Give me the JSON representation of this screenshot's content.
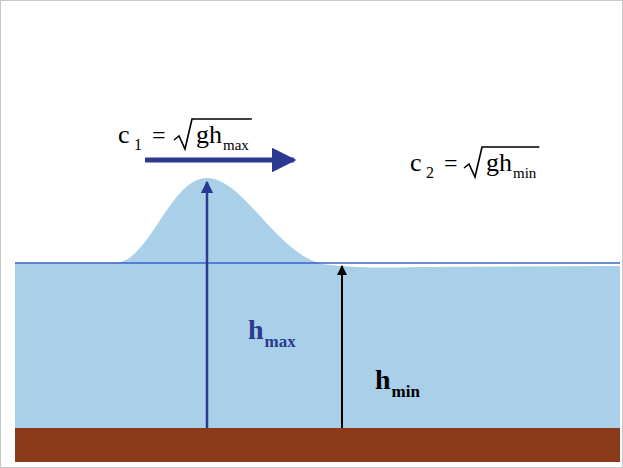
{
  "diagram": {
    "labels": [
      "c",
      "1",
      "=",
      "gh",
      "max",
      "c",
      "2",
      "=",
      "gh",
      "min",
      "h",
      "max",
      "h",
      "min"
    ]
  }
}
